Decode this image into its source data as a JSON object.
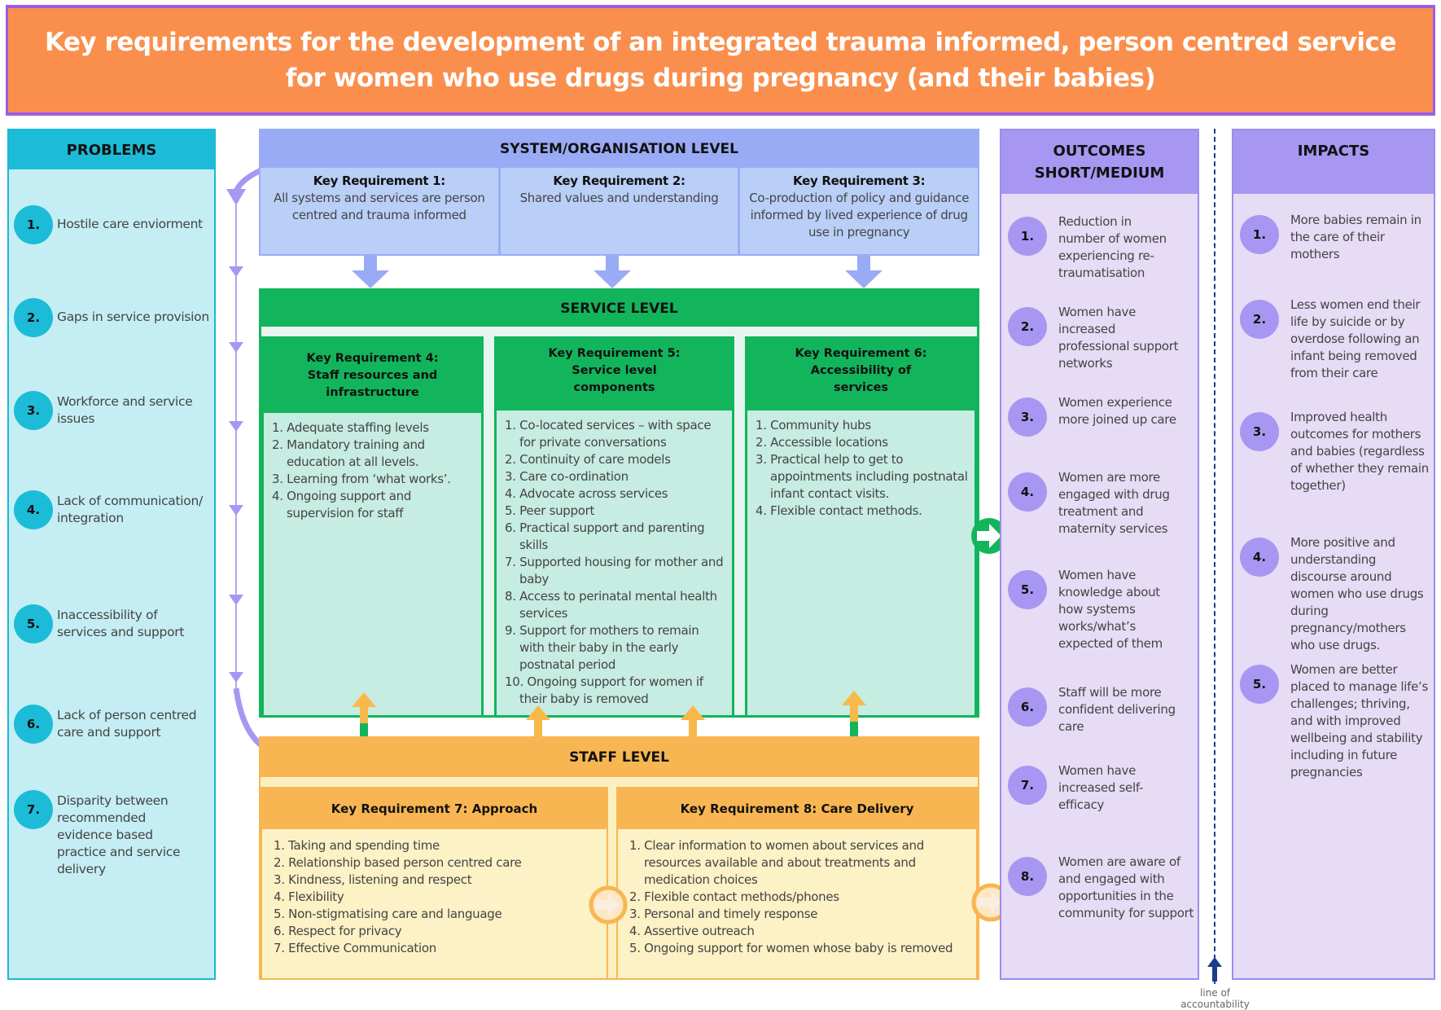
{
  "title": {
    "line1": "Key requirements for the development of an integrated trauma informed, person centred service",
    "line2": "for women who use drugs during pregnancy (and their babies)"
  },
  "colors": {
    "title_bg": "#fa8f4d",
    "problems": "#1cbcd8",
    "system": "#9aabf5",
    "service": "#12b55b",
    "staff": "#f8b652",
    "outcomes": "#a797f2",
    "accountability_line": "#1a3e8c"
  },
  "problems": {
    "header": "PROBLEMS",
    "items": [
      {
        "num": "1.",
        "text": "Hostile care enviorment"
      },
      {
        "num": "2.",
        "text": "Gaps in service provision"
      },
      {
        "num": "3.",
        "text": "Workforce and service issues"
      },
      {
        "num": "4.",
        "text": "Lack of communication/ integration"
      },
      {
        "num": "5.",
        "text": "Inaccessibility of services and support"
      },
      {
        "num": "6.",
        "text": "Lack of person centred care and support"
      },
      {
        "num": "7.",
        "text": "Disparity between recommended evidence based practice and service delivery"
      }
    ]
  },
  "system": {
    "header": "SYSTEM/ORGANISATION LEVEL",
    "requirements": [
      {
        "title": "Key Requirement 1:",
        "text": "All systems and services are person centred and trauma informed"
      },
      {
        "title": "Key Requirement 2:",
        "text": "Shared values and understanding"
      },
      {
        "title": "Key Requirement 3:",
        "text": "Co-production of policy and guidance informed by lived experience of drug use in pregnancy"
      }
    ]
  },
  "service": {
    "header": "SERVICE LEVEL",
    "requirements": [
      {
        "title": "Key Requirement 4: Staff resources and infrastructure",
        "items": [
          "1. Adequate staffing levels",
          "2. Mandatory training and education at all levels.",
          "3. Learning from ‘what works’.",
          "4. Ongoing support and supervision for staff"
        ]
      },
      {
        "title": "Key Requirement 5: Service level components",
        "items": [
          "1. Co-located services – with space for private conversations",
          "2. Continuity of care models",
          "3. Care co-ordination",
          "4. Advocate across services",
          "5. Peer support",
          "6. Practical support and parenting skills",
          "7. Supported housing for mother and baby",
          "8. Access to perinatal mental health services",
          "9. Support for mothers to remain with their baby in the early postnatal period",
          "10. Ongoing support for women if their baby is removed"
        ]
      },
      {
        "title": "Key Requirement 6: Accessibility of services",
        "items": [
          "1. Community hubs",
          "2. Accessible locations",
          "3. Practical help to get to appointments including postnatal infant contact visits.",
          "4. Flexible contact methods."
        ]
      }
    ]
  },
  "staff": {
    "header": "STAFF LEVEL",
    "requirements": [
      {
        "title": "Key Requirement 7:  Approach",
        "items": [
          "1. Taking and spending time",
          "2. Relationship based person centred care",
          "3. Kindness, listening and respect",
          "4. Flexibility",
          "5. Non-stigmatising care and language",
          "6. Respect for privacy",
          "7. Effective Communication"
        ]
      },
      {
        "title": "Key Requirement 8: Care Delivery",
        "items": [
          "1. Clear information to women about services and resources available and about treatments and medication choices",
          "2. Flexible contact methods/phones",
          "3. Personal and timely response",
          "4. Assertive outreach",
          "5. Ongoing support for women whose baby is removed"
        ]
      }
    ]
  },
  "outcomes": {
    "header": "OUTCOMES SHORT/MEDIUM",
    "items": [
      {
        "num": "1.",
        "text": "Reduction in number of women experiencing re-traumatisation"
      },
      {
        "num": "2.",
        "text": "Women have increased professional support networks"
      },
      {
        "num": "3.",
        "text": "Women experience more joined up care"
      },
      {
        "num": "4.",
        "text": "Women are more engaged with drug treatment and maternity services"
      },
      {
        "num": "5.",
        "text": "Women have knowledge about how systems works/what’s expected of them"
      },
      {
        "num": "6.",
        "text": "Staff will be more confident delivering care"
      },
      {
        "num": "7.",
        "text": "Women have increased self-efficacy"
      },
      {
        "num": "8.",
        "text": "Women are aware of and engaged with opportunities in the community for support"
      }
    ]
  },
  "impacts": {
    "header": "IMPACTS",
    "items": [
      {
        "num": "1.",
        "text": "More babies remain in the care of their mothers"
      },
      {
        "num": "2.",
        "text": "Less women end their life by suicide or by overdose following an infant being removed from their care"
      },
      {
        "num": "3.",
        "text": "Improved health outcomes for mothers and babies (regardless of whether they remain together)"
      },
      {
        "num": "4.",
        "text": "More positive and understanding discourse around women who use drugs during pregnancy/mothers who use drugs."
      },
      {
        "num": "5.",
        "text": "Women are better placed to manage life’s challenges; thriving, and with improved wellbeing and stability including in future pregnancies"
      }
    ]
  },
  "accountability_label": "line of accountability"
}
